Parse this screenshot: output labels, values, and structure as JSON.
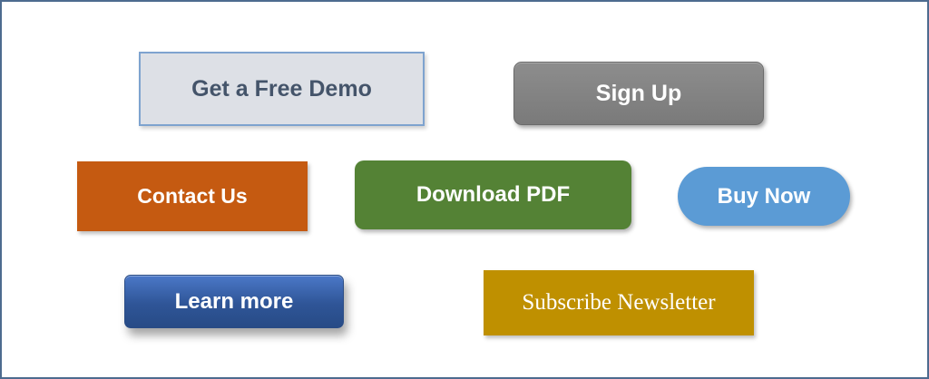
{
  "buttons": {
    "get_free_demo": "Get a Free Demo",
    "sign_up": "Sign Up",
    "contact_us": "Contact Us",
    "download_pdf": "Download PDF",
    "buy_now": "Buy Now",
    "learn_more": "Learn more",
    "subscribe_newsletter": "Subscribe Newsletter"
  },
  "colors": {
    "frame_border": "#4d6b8f",
    "get_free_demo_bg": "#dde0e6",
    "get_free_demo_text": "#44546a",
    "sign_up_bg": "#7f7f7f",
    "contact_us_bg": "#c55a11",
    "download_pdf_bg": "#548235",
    "buy_now_bg": "#5b9bd5",
    "learn_more_bg": "#2f5597",
    "subscribe_newsletter_bg": "#bf9000"
  }
}
